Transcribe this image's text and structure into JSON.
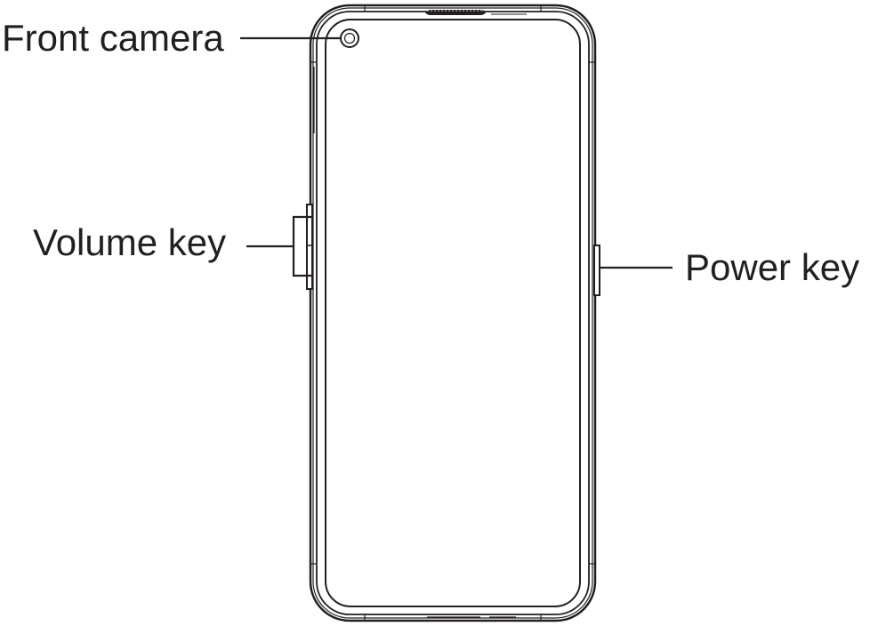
{
  "labels": {
    "front_camera": "Front camera",
    "volume_key": "Volume key",
    "power_key": "Power key"
  },
  "colors": {
    "line": "#231f20",
    "background": "#ffffff"
  },
  "icons": {
    "front_camera": "camera-lens-circle",
    "speaker": "earpiece-speaker-grille"
  }
}
